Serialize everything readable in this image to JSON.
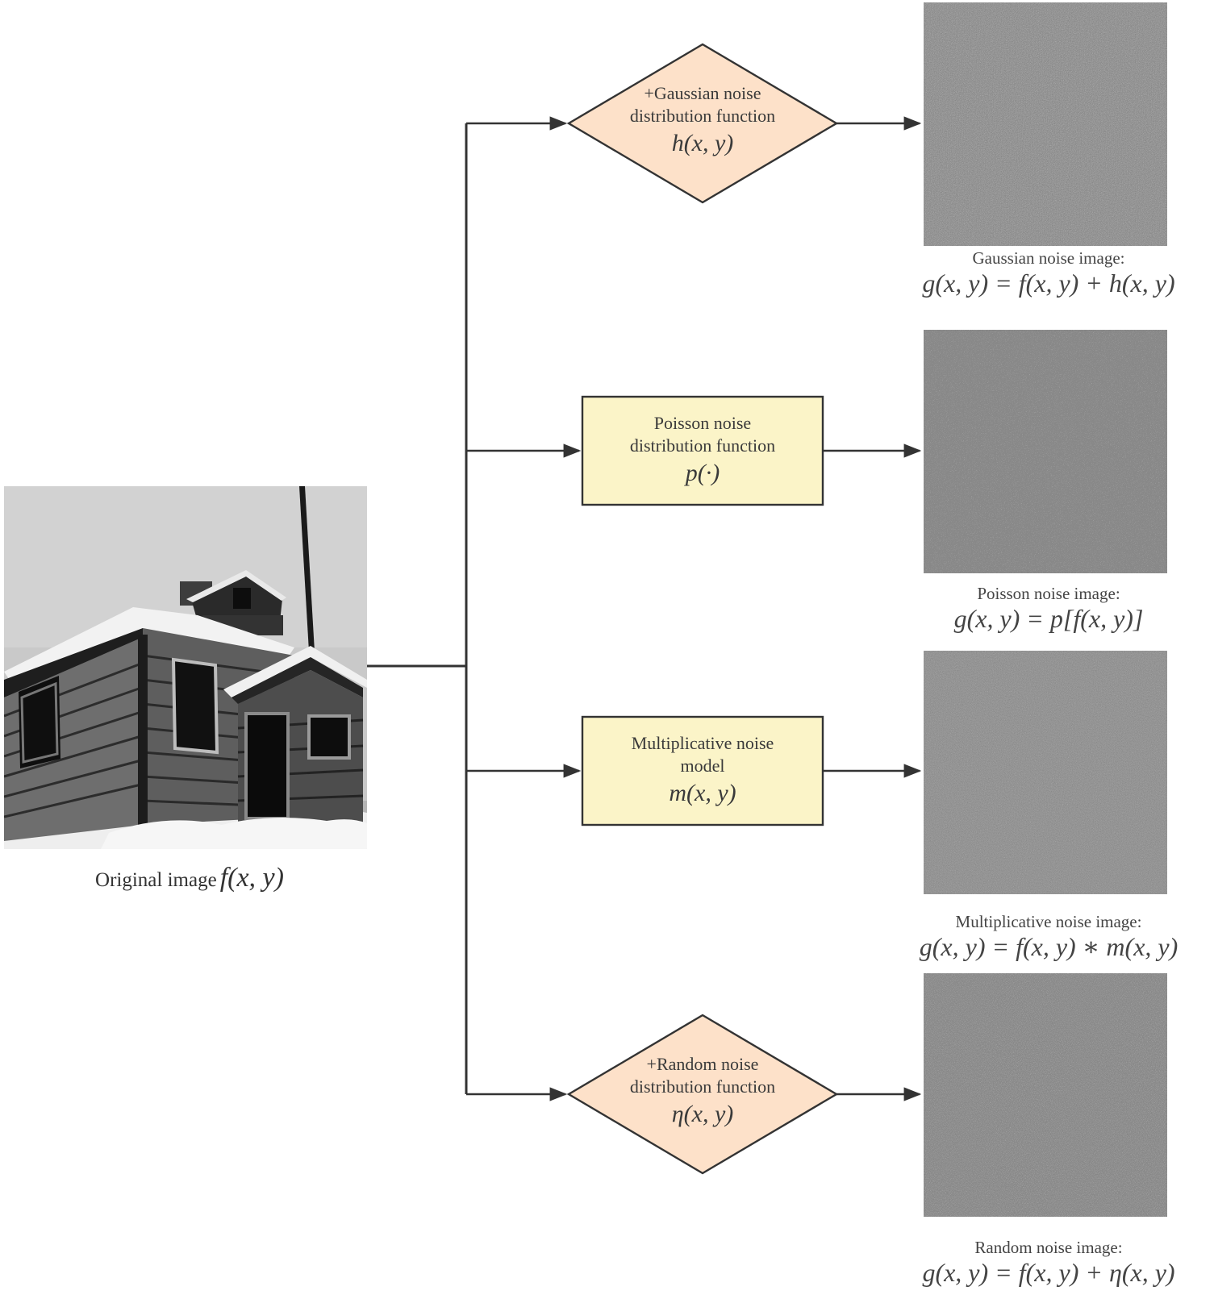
{
  "original": {
    "caption": "Original image",
    "formula": "f(x, y)",
    "image_icon": "house-photo-grayscale"
  },
  "branches": [
    {
      "id": "gaussian",
      "shape": "diamond",
      "fill": "#fde1c9",
      "lines": [
        "+Gaussian noise",
        "distribution function"
      ],
      "math": "h(x, y)",
      "output_title": "Gaussian noise image:",
      "output_formula": "g(x, y) = f(x, y) + h(x, y)",
      "noise_level": 0.35
    },
    {
      "id": "poisson",
      "shape": "rectangle",
      "fill": "#fbf4c8",
      "lines": [
        "Poisson noise",
        "distribution function"
      ],
      "math": "p(·)",
      "output_title": "Poisson noise image:",
      "output_formula": "g(x, y) = p[f(x, y)]",
      "noise_level": 0.18
    },
    {
      "id": "multiplicative",
      "shape": "rectangle",
      "fill": "#fbf4c8",
      "lines": [
        "Multiplicative noise",
        "model"
      ],
      "math": "m(x, y)",
      "output_title": "Multiplicative noise image:",
      "output_formula": "g(x, y) = f(x, y) ∗ m(x, y)",
      "noise_level": 0.3
    },
    {
      "id": "random",
      "shape": "diamond",
      "fill": "#fde1c9",
      "lines": [
        "+Random noise",
        "distribution function"
      ],
      "math": "η(x, y)",
      "output_title": "Random noise image:",
      "output_formula": "g(x, y) = f(x, y) + η(x, y)",
      "noise_level": 0.25
    }
  ],
  "colors": {
    "line": "#333333",
    "stroke": "#333333",
    "diamond_fill": "#fde1c9",
    "rect_fill": "#fbf4c8"
  }
}
